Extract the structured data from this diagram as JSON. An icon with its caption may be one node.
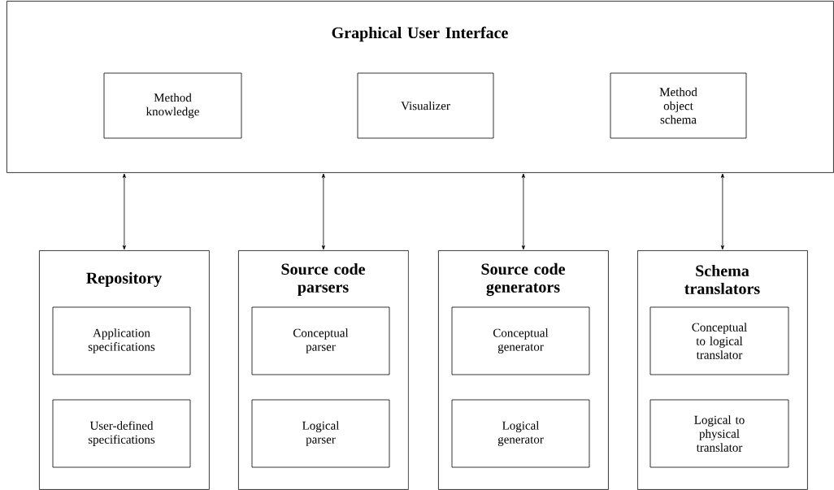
{
  "diagram": {
    "nodes": [
      {
        "text": [
          "Graphical User Interface"
        ]
      },
      {
        "text": [
          "Method knowledge"
        ],
        "in": 0
      },
      {
        "text": [
          "Visualizer"
        ],
        "in": 0
      },
      {
        "text": [
          "Method object schema"
        ],
        "in": 0
      },
      {
        "text": [
          "Repository"
        ]
      },
      {
        "text": [
          "Application specifications"
        ],
        "in": 4
      },
      {
        "text": [
          "User-defined specifications"
        ],
        "in": 4
      },
      {
        "text": [
          "Source code parsers"
        ]
      },
      {
        "text": [
          "Conceptual parser"
        ],
        "in": 7
      },
      {
        "text": [
          "Logical parser"
        ],
        "in": 7
      },
      {
        "text": [
          "Source code generators"
        ]
      },
      {
        "text": [
          "Conceptual generator"
        ],
        "in": 10
      },
      {
        "text": [
          "Logical generator"
        ],
        "in": 10
      },
      {
        "text": [
          "Schema translators"
        ]
      },
      {
        "text": [
          "Conceptual to logical translator"
        ],
        "in": 13
      },
      {
        "text": [
          "Logical to physical translator"
        ],
        "in": 13
      }
    ],
    "edges": [
      {
        "from": 0,
        "to": 4,
        "arrow": "both"
      },
      {
        "from": 0,
        "to": 7,
        "arrow": "both"
      },
      {
        "from": 0,
        "to": 10,
        "arrow": "both"
      },
      {
        "from": 0,
        "to": 13,
        "arrow": "both"
      }
    ]
  }
}
